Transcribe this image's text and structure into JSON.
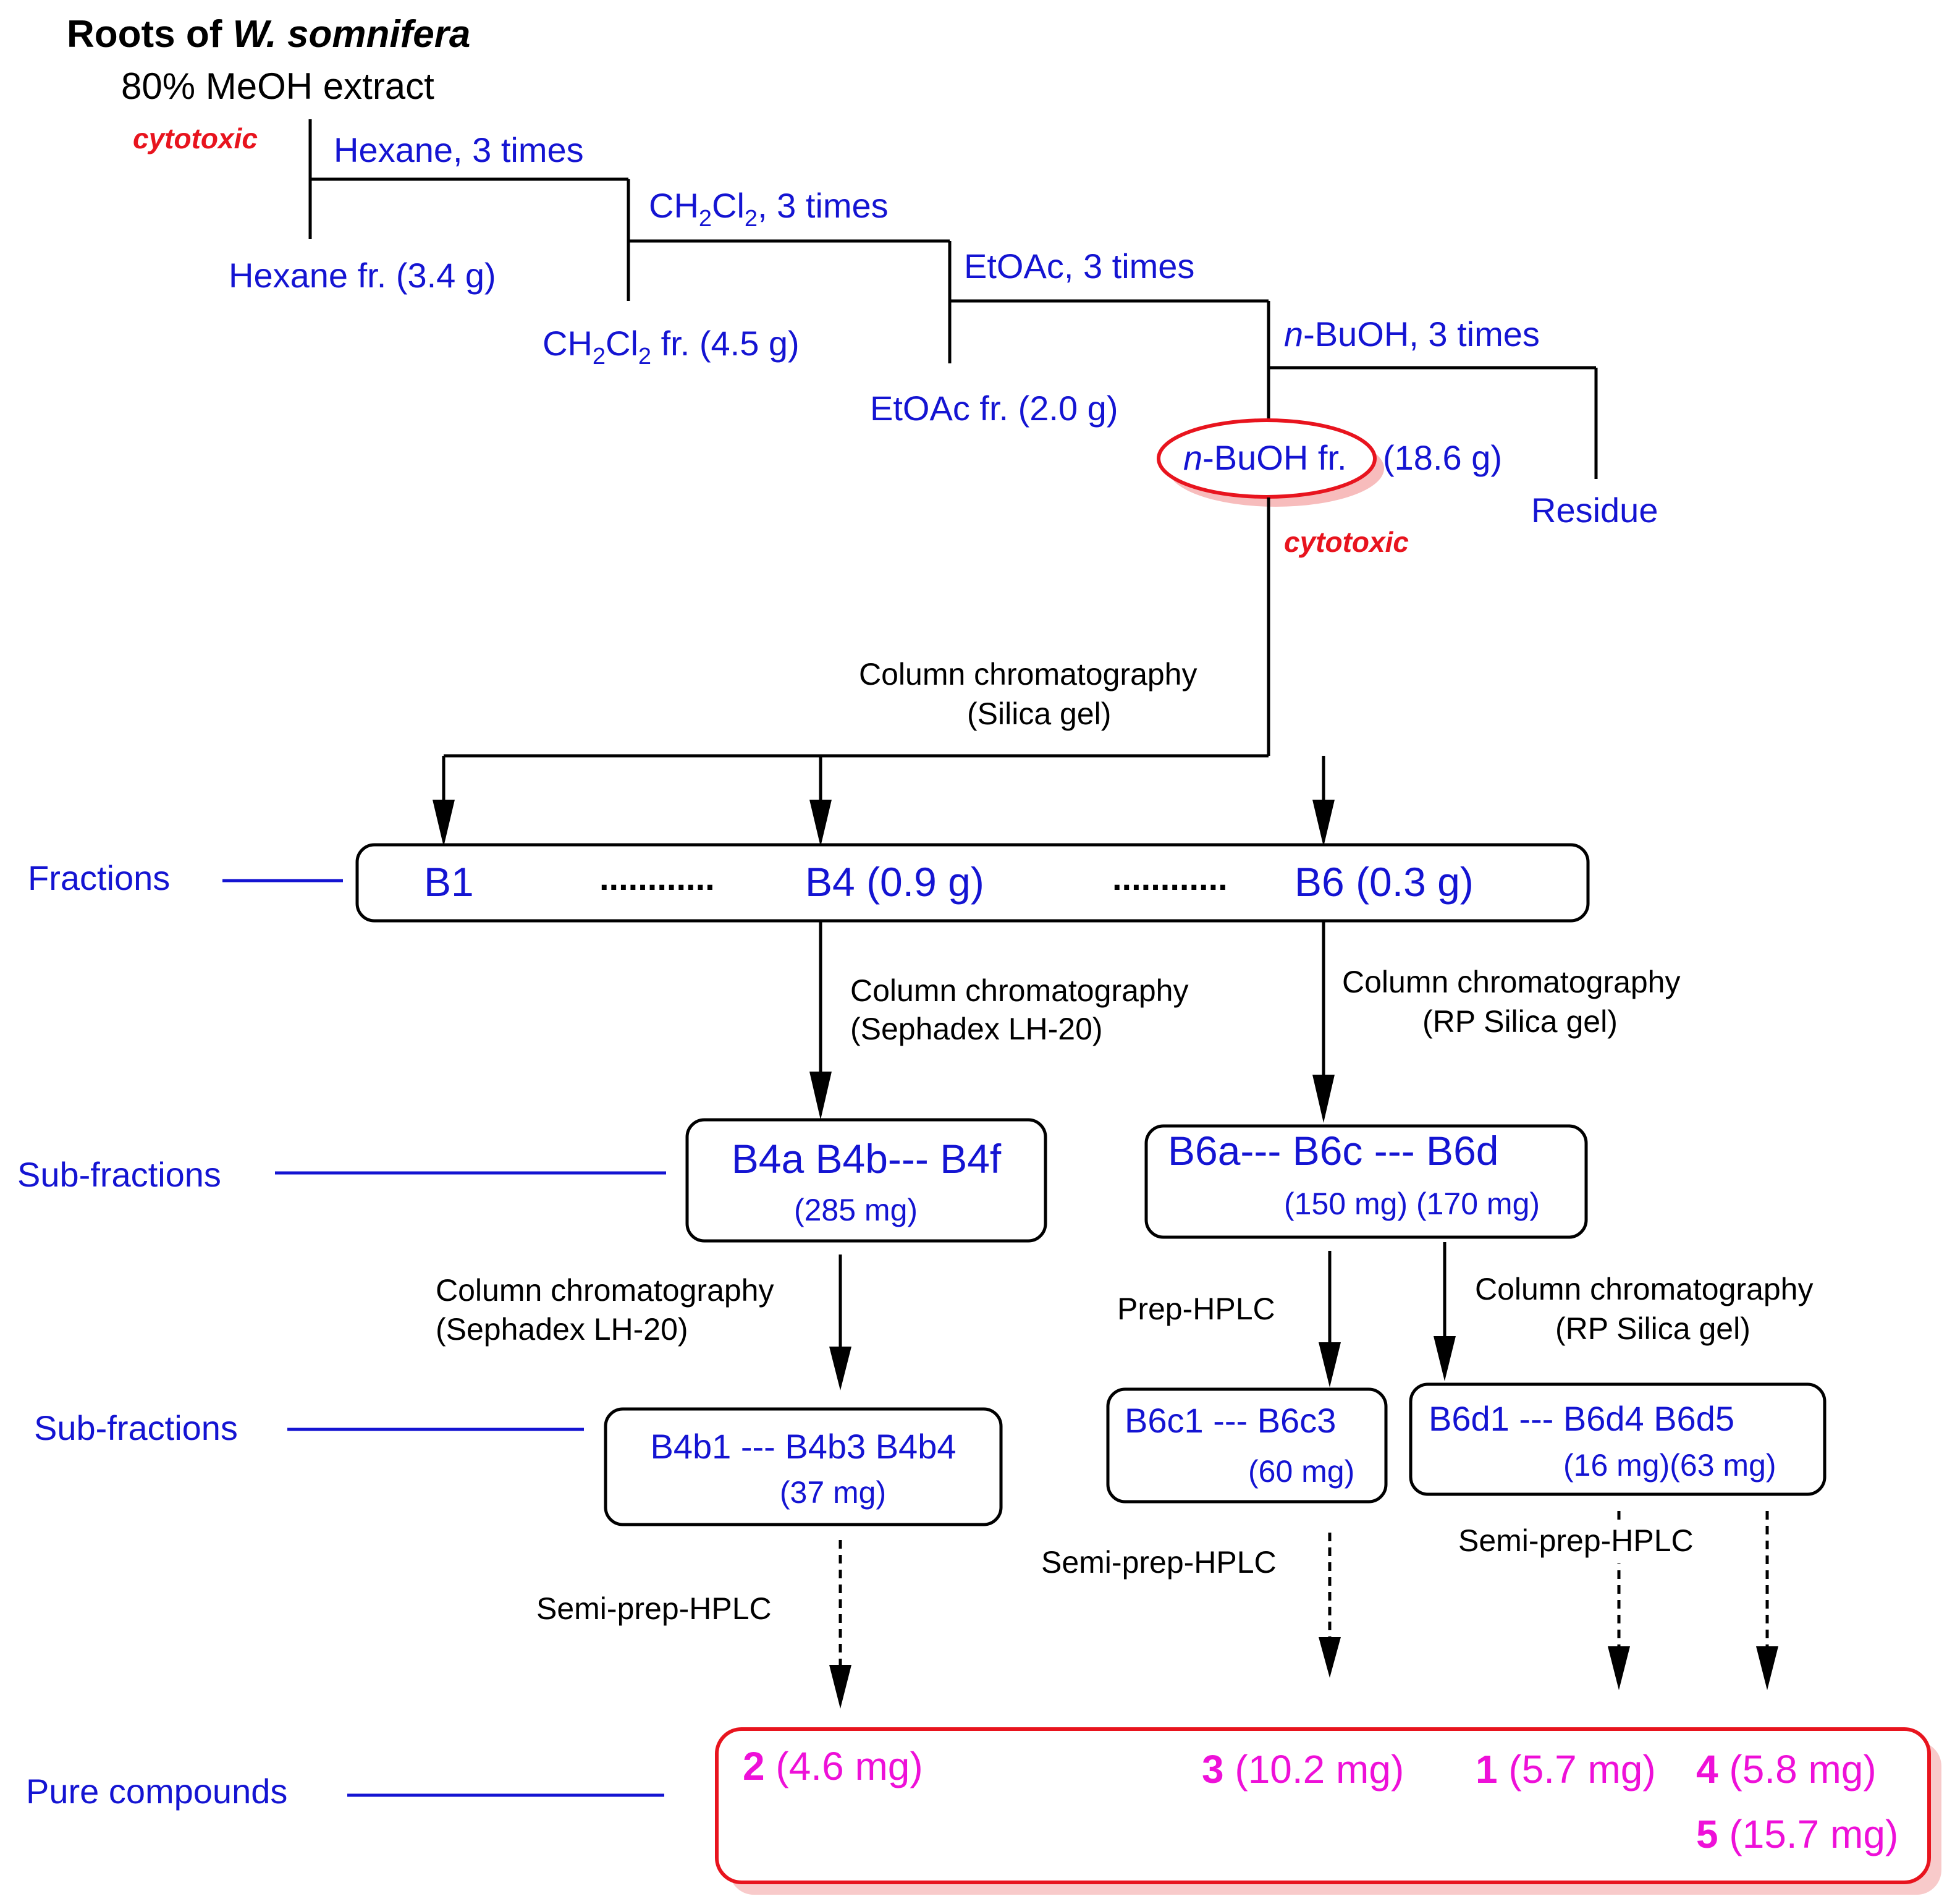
{
  "header": {
    "title_prefix": "Roots of ",
    "title_species": "W. somnifera",
    "extract": "80% MeOH extract",
    "cytotoxic_top": "cytotoxic"
  },
  "partition": {
    "hexane_step": "Hexane, 3 times",
    "hexane_fr": "Hexane fr. (3.4 g)",
    "ch2cl2_step_pre": "CH",
    "ch2cl2_step_sub1": "2",
    "ch2cl2_step_mid": "Cl",
    "ch2cl2_step_sub2": "2",
    "ch2cl2_step_post": ", 3 times",
    "ch2cl2_fr_pre": "CH",
    "ch2cl2_fr_sub1": "2",
    "ch2cl2_fr_mid": "Cl",
    "ch2cl2_fr_sub2": "2",
    "ch2cl2_fr_post": " fr. (4.5 g)",
    "etoac_step": "EtOAc, 3 times",
    "etoac_fr": "EtOAc fr. (2.0 g)",
    "buoh_step_n": "n",
    "buoh_step_rest": "-BuOH, 3 times",
    "buoh_fr_n": "n",
    "buoh_fr_rest": "-BuOH fr.",
    "buoh_fr_mass": "(18.6 g)",
    "residue": "Residue",
    "cytotoxic_buoh": "cytotoxic"
  },
  "steps": {
    "cc_silica_1": "Column chromatography",
    "cc_silica_2": "(Silica gel)",
    "cc_lh20_a_1": "Column chromatography",
    "cc_lh20_a_2": "(Sephadex LH-20)",
    "cc_rp_a_1": "Column chromatography",
    "cc_rp_a_2": "(RP Silica gel)",
    "cc_lh20_b_1": "Column chromatography",
    "cc_lh20_b_2": "(Sephadex LH-20)",
    "prep_hplc": "Prep-HPLC",
    "cc_rp_b_1": "Column chromatography",
    "cc_rp_b_2": "(RP Silica gel)",
    "semi_prep_1": "Semi-prep-HPLC",
    "semi_prep_2": "Semi-prep-HPLC",
    "semi_prep_3": "Semi-prep-HPLC"
  },
  "row_labels": {
    "fractions": "Fractions",
    "subfractions_1": "Sub-fractions",
    "subfractions_2": "Sub-fractions",
    "pure": "Pure compounds"
  },
  "fractions": {
    "b1": "B1",
    "dots1": "............",
    "b4": "B4 (0.9 g)",
    "dots2": "............",
    "b6": "B6 (0.3 g)"
  },
  "sub1": {
    "b4_main": "B4a B4b--- B4f",
    "b4_mass": "(285 mg)",
    "b6_main": "B6a--- B6c --- B6d",
    "b6_mass": "(150 mg) (170 mg)"
  },
  "sub2": {
    "b4b_main": "B4b1 --- B4b3 B4b4",
    "b4b_mass": "(37 mg)",
    "b6c_main": "B6c1 --- B6c3",
    "b6c_mass": "(60 mg)",
    "b6d_main": "B6d1 --- B6d4  B6d5",
    "b6d_mass": "(16 mg)(63 mg)"
  },
  "compounds": [
    {
      "num": "2",
      "mass": " (4.6 mg)"
    },
    {
      "num": "3",
      "mass": " (10.2 mg)"
    },
    {
      "num": "1",
      "mass": " (5.7 mg)"
    },
    {
      "num": "4",
      "mass": " (5.8 mg)"
    },
    {
      "num": "5",
      "mass": " (15.7 mg)"
    }
  ],
  "colors": {
    "text": "#000000",
    "blue": "#1414d2",
    "red": "#e8141e",
    "magenta": "#ee10d8",
    "pink_shadow": "#f4a6a6"
  }
}
